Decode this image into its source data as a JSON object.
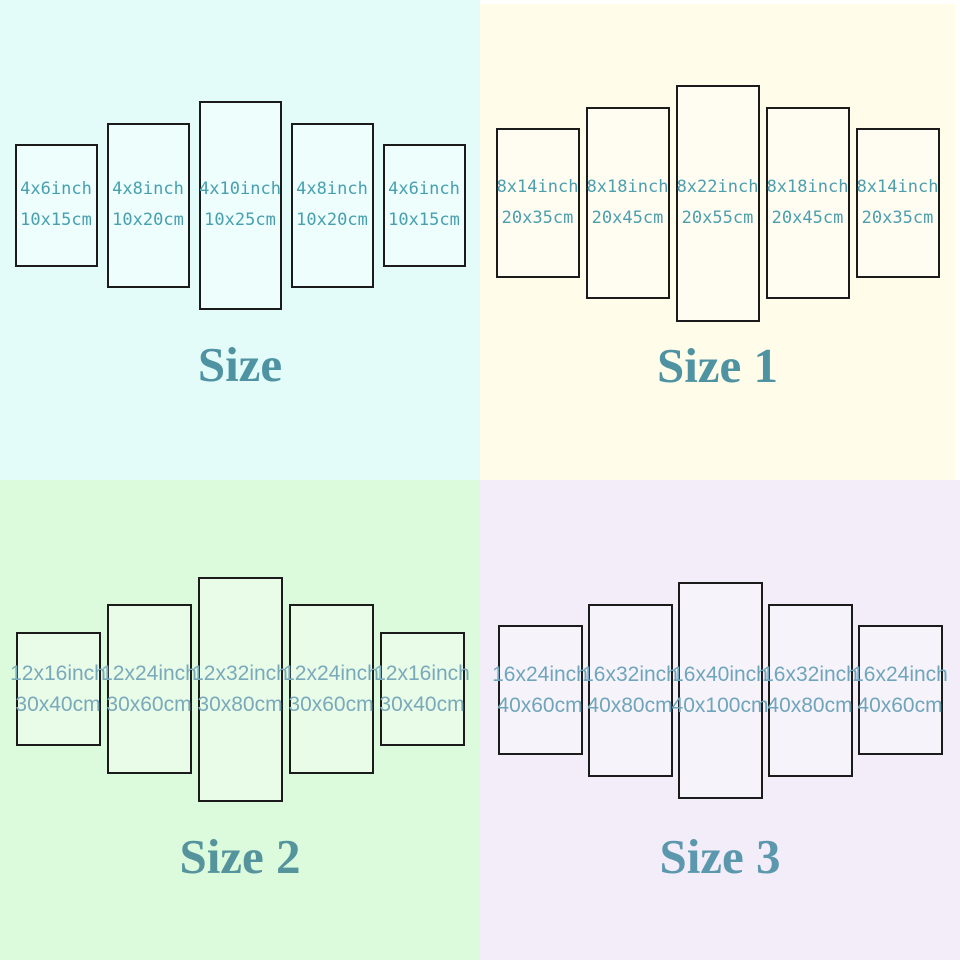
{
  "image_type": "five-panel-canvas-size-chart",
  "panel_border_color": "#1b1b1b",
  "quadrants": [
    {
      "title": "Size",
      "bg_color": "#e3fcfa",
      "panel_fill": "#edfefd",
      "text_color": "#48a0af",
      "title_color": "#4f93a3",
      "panels": [
        {
          "line1": "4x6inch",
          "line2": "10x15cm"
        },
        {
          "line1": "4x8inch",
          "line2": "10x20cm"
        },
        {
          "line1": "4x10inch",
          "line2": "10x25cm"
        },
        {
          "line1": "4x8inch",
          "line2": "10x20cm"
        },
        {
          "line1": "4x6inch",
          "line2": "10x15cm"
        }
      ]
    },
    {
      "title": "Size 1",
      "bg_color": "#fffde9",
      "panel_fill": "#fffdf2",
      "text_color": "#4d9fae",
      "title_color": "#4f93a3",
      "panels": [
        {
          "line1": "8x14inch",
          "line2": "20x35cm"
        },
        {
          "line1": "8x18inch",
          "line2": "20x45cm"
        },
        {
          "line1": "8x22inch",
          "line2": "20x55cm"
        },
        {
          "line1": "8x18inch",
          "line2": "20x45cm"
        },
        {
          "line1": "8x14inch",
          "line2": "20x35cm"
        }
      ]
    },
    {
      "title": "Size 2",
      "bg_color": "#dcfadc",
      "panel_fill": "#e8fce8",
      "text_color": "#7aa9ba",
      "title_color": "#55939d",
      "panels": [
        {
          "line1": "12x16inch",
          "line2": "30x40cm"
        },
        {
          "line1": "12x24inch",
          "line2": "30x60cm"
        },
        {
          "line1": "12x32inch",
          "line2": "30x80cm"
        },
        {
          "line1": "12x24inch",
          "line2": "30x60cm"
        },
        {
          "line1": "12x16inch",
          "line2": "30x40cm"
        }
      ]
    },
    {
      "title": "Size 3",
      "bg_color": "#f2edf9",
      "panel_fill": "#f7f3fb",
      "text_color": "#6fa5ba",
      "title_color": "#5c98ad",
      "panels": [
        {
          "line1": "16x24inch",
          "line2": "40x60cm"
        },
        {
          "line1": "16x32inch",
          "line2": "40x80cm"
        },
        {
          "line1": "16x40inch",
          "line2": "40x100cm"
        },
        {
          "line1": "16x32inch",
          "line2": "40x80cm"
        },
        {
          "line1": "16x24inch",
          "line2": "40x60cm"
        }
      ]
    }
  ]
}
